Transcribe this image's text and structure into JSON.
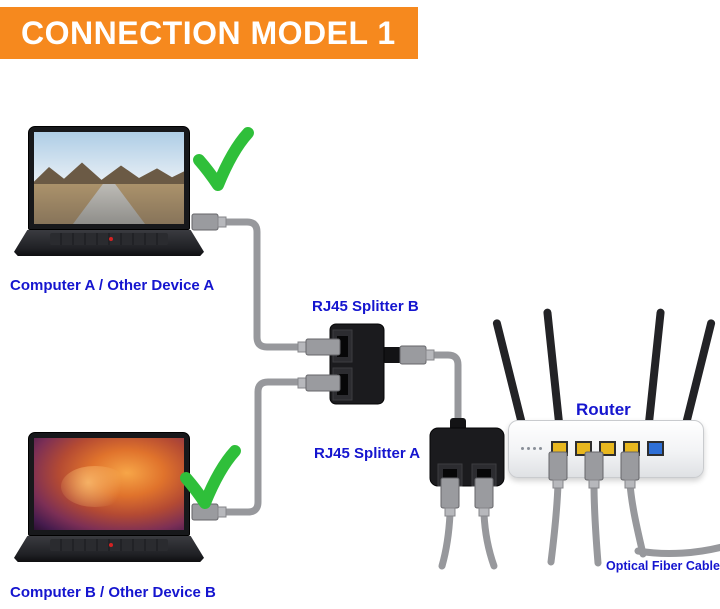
{
  "banner": {
    "title": "CONNECTION MODEL 1",
    "background": "#F6891E",
    "text_color": "#FFFFFF"
  },
  "devices": {
    "computer_a": {
      "label": "Computer A  / Other Device A",
      "status_icon": "green-check"
    },
    "computer_b": {
      "label": "Computer B  / Other Device B",
      "status_icon": "green-check"
    },
    "splitter_b": {
      "label": "RJ45 Splitter B"
    },
    "splitter_a": {
      "label": "RJ45 Splitter A"
    },
    "router": {
      "label": "Router",
      "lan_port_color": "#E8B71F",
      "wan_port_color": "#2E6FD6"
    },
    "optical_fiber": {
      "label": "Optical Fiber Cable"
    }
  },
  "colors": {
    "label_blue": "#1515CF",
    "check_green": "#2FBF3A",
    "cable_gray": "#97989C",
    "banner_orange": "#F6891E"
  }
}
